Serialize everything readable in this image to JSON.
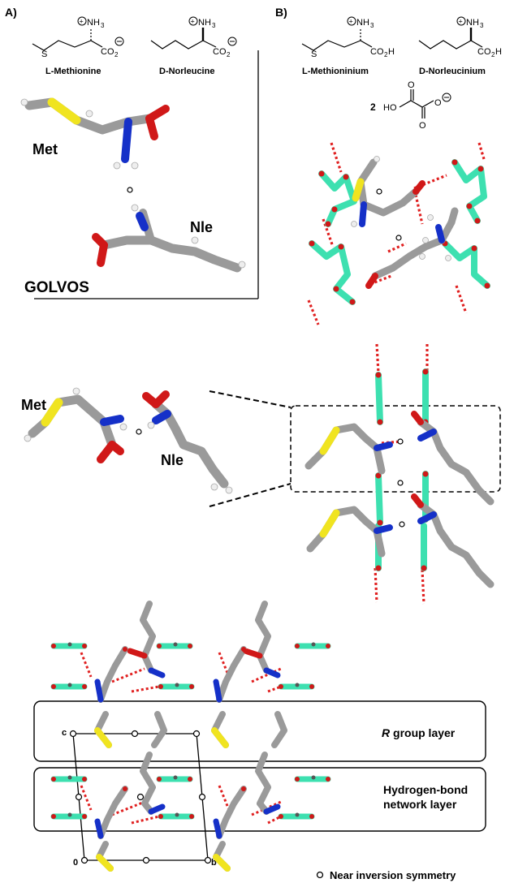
{
  "panel_a": {
    "label": "A)",
    "met_name": "L-Methionine",
    "nle_name": "D-Norleucine",
    "met_short": "Met",
    "nle_short": "Nle",
    "refcode": "GOLVOS",
    "nh3": "NH",
    "nh3_sub": "3",
    "co2": "CO",
    "co2_sub": "2",
    "s_atom": "S"
  },
  "panel_b": {
    "label": "B)",
    "met_name": "L-Methioninium",
    "nle_name": "D-Norleucinium",
    "nh3": "NH",
    "nh3_sub": "3",
    "co2h": "CO",
    "co2h_sub": "2",
    "co2h_h": "H",
    "s_atom": "S",
    "oxalate_coef": "2",
    "oxalate_ho": "HO",
    "oxalate_o": "O"
  },
  "middle": {
    "met_short": "Met",
    "nle_short": "Nle"
  },
  "bottom": {
    "layer1_italic": "R",
    "layer1_rest": " group layer",
    "layer2_line1": "Hydrogen-bond",
    "layer2_line2": "network layer",
    "axis_c": "c",
    "axis_0": "0",
    "axis_b": "b",
    "legend": "Near inversion symmetry"
  },
  "colors": {
    "carbon": "#9a9a9a",
    "carbon_dark": "#6a6a6a",
    "sulfur": "#f0e420",
    "nitrogen": "#1530c8",
    "oxygen": "#d01818",
    "hydrogen": "#f2f2f2",
    "oxalate": "#3de0b0",
    "hbond": "#e02020"
  }
}
